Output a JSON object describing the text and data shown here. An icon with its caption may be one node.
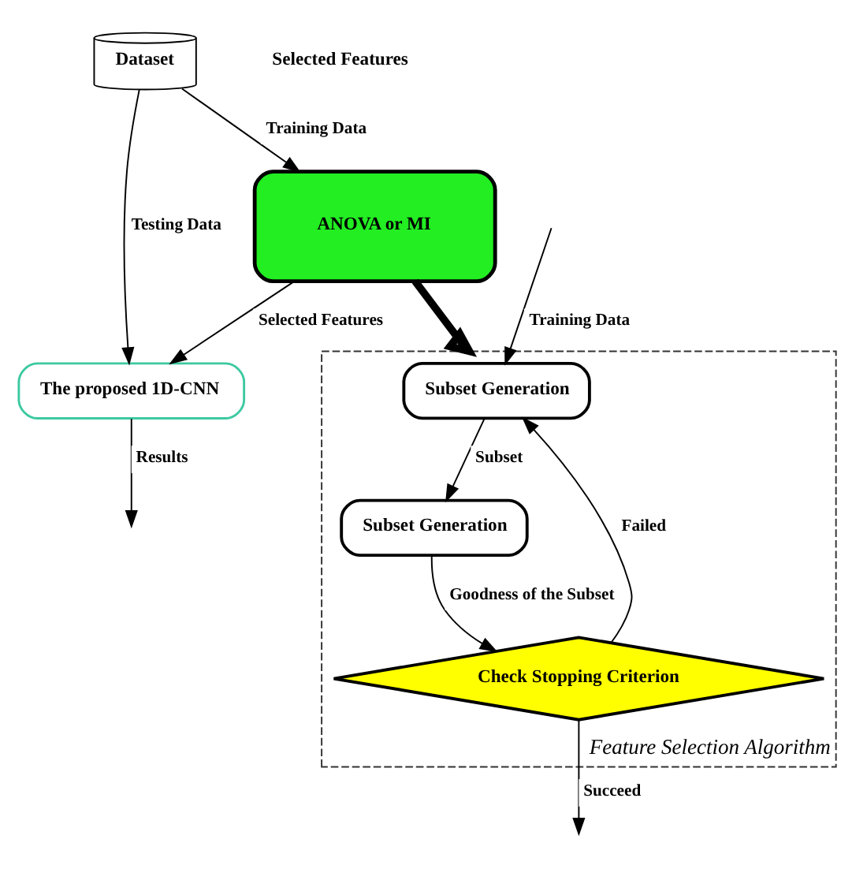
{
  "diagram": {
    "nodes": [
      {
        "text": [
          "Dataset"
        ]
      },
      {
        "text": [
          "The proposed 1D-CNN"
        ]
      },
      {
        "text": [
          "ANOVA or MI"
        ]
      },
      {
        "text": [
          "Feature Selection Algorithm"
        ]
      },
      {
        "text": [
          "Subset Generation"
        ],
        "in": 3
      },
      {
        "text": [
          "Subset Generation"
        ],
        "in": 3
      },
      {
        "text": [
          "Check Stopping Criterion"
        ],
        "in": 3
      }
    ],
    "edges": [
      {
        "from": 0,
        "to": 1,
        "arrow": "to",
        "label": "Testing Data"
      },
      {
        "from": 0,
        "to": 2,
        "arrow": "to",
        "label": "Training Data"
      },
      {
        "from": 2,
        "to": 1,
        "arrow": "to",
        "label": "Selected Features"
      },
      {
        "from": 1,
        "to": null,
        "arrow": "to",
        "label": "Results"
      },
      {
        "from": 2,
        "to": 3,
        "arrow": "to",
        "style": "thick"
      },
      {
        "from": null,
        "to": 4,
        "arrow": "to",
        "label": "Training Data"
      },
      {
        "from": 4,
        "to": 5,
        "arrow": "to",
        "label": "Subset"
      },
      {
        "from": 5,
        "to": 6,
        "arrow": "to",
        "label": "Goodness of the Subset"
      },
      {
        "from": 6,
        "to": 4,
        "arrow": "to",
        "label": "Failed"
      },
      {
        "from": 6,
        "to": null,
        "arrow": "to",
        "label": "Succeed"
      }
    ],
    "labels": [
      "Selected Features"
    ]
  }
}
